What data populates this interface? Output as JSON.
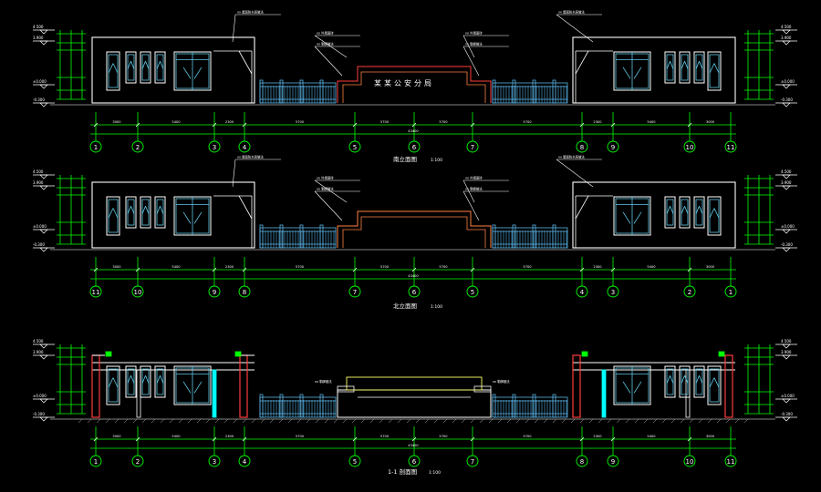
{
  "colors": {
    "background": "#000000",
    "outline": "#ffffff",
    "dimension": "#00ff00",
    "glass": "#5ec8e6",
    "fence": "#5ab4e6",
    "red": "#ff3b3b",
    "orange": "#ff8040",
    "cyan": "#00ffff",
    "yellow": "#ffff66",
    "grey": "#b0b0b0"
  },
  "elevations": [
    {
      "id": "south",
      "axes": [
        "1",
        "2",
        "3",
        "4",
        "5",
        "6",
        "7",
        "8",
        "9",
        "10",
        "11"
      ],
      "title": "南立面图",
      "scale": "1:100"
    },
    {
      "id": "north",
      "axes": [
        "11",
        "10",
        "9",
        "8",
        "7",
        "6",
        "5",
        "4",
        "3",
        "2",
        "1"
      ],
      "title": "北立面图",
      "scale": "1:100"
    },
    {
      "id": "section",
      "axes": [
        "1",
        "2",
        "3",
        "4",
        "5",
        "6",
        "7",
        "8",
        "9",
        "10",
        "11"
      ],
      "title": "1-1 剖面图",
      "scale": "1:100"
    }
  ],
  "level_marks": {
    "top": "4.500",
    "mid": "3.900",
    "base": "±0.000",
    "ground": "-0.300"
  },
  "dim_segments": [
    "3000",
    "5400",
    "2300",
    "5700",
    "5700",
    "5700",
    "5700",
    "2300",
    "5400",
    "3000"
  ],
  "total_dim": "43400",
  "callouts": {
    "roof_finish": "xx 屋面防水层做法",
    "wall_finish": "xx 外墙面砖",
    "plinth_finish": "xx 勒脚做法"
  },
  "sign_text": "某某公安分局"
}
